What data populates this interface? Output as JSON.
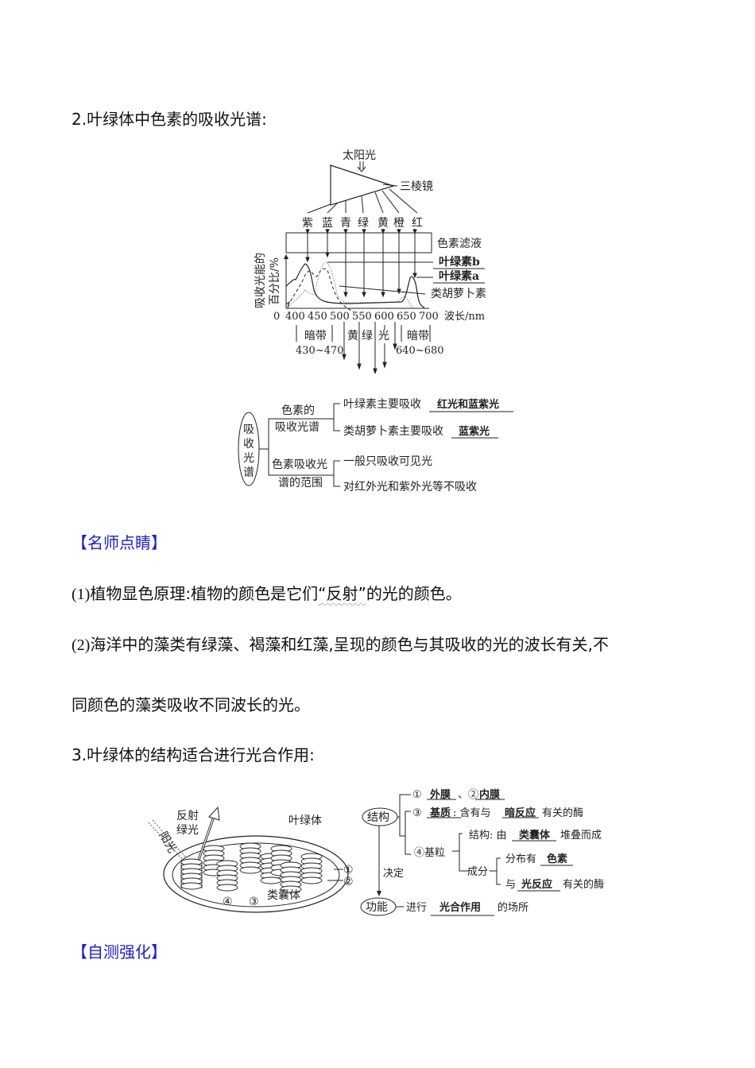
{
  "section2": {
    "heading": "2.叶绿体中色素的吸收光谱:"
  },
  "spectrum_figure": {
    "sunlight": "太阳光",
    "prism": "三棱镜",
    "colors": [
      "紫",
      "蓝",
      "青",
      "绿",
      "黄",
      "橙",
      "红"
    ],
    "filter": "色素滤液",
    "y_axis_label_1": "吸收光能的",
    "y_axis_label_2": "百分比/%",
    "x_axis_label": "波长/nm",
    "x_ticks": [
      "0",
      "400",
      "450",
      "500",
      "550",
      "600",
      "650",
      "700"
    ],
    "legend": [
      "叶绿素b",
      "叶绿素a",
      "类胡萝卜素"
    ],
    "dark_band_1": "暗带",
    "dark_band_1_range": "430~470",
    "transmitted": [
      "黄",
      "绿",
      "光"
    ],
    "dark_band_2": "暗带",
    "dark_band_2_range": "640~680"
  },
  "chart_data": {
    "type": "line",
    "title": "",
    "xlabel": "波长/nm",
    "ylabel": "吸收光能的百分比/%",
    "x_ticks": [
      400,
      450,
      500,
      550,
      600,
      650,
      700
    ],
    "xlim": [
      380,
      720
    ],
    "series": [
      {
        "name": "叶绿素a",
        "style": "solid",
        "x": [
          380,
          400,
          420,
          430,
          450,
          470,
          500,
          550,
          600,
          640,
          660,
          670,
          680,
          700
        ],
        "values": [
          45,
          55,
          75,
          80,
          55,
          15,
          8,
          7,
          8,
          12,
          50,
          60,
          40,
          2
        ]
      },
      {
        "name": "叶绿素b",
        "style": "dashed",
        "x": [
          380,
          420,
          440,
          455,
          470,
          490,
          510,
          550,
          600,
          640,
          650,
          660,
          670
        ],
        "values": [
          10,
          50,
          60,
          75,
          70,
          40,
          10,
          3,
          3,
          10,
          25,
          20,
          5
        ]
      },
      {
        "name": "类胡萝卜素",
        "style": "dotted",
        "x": [
          380,
          420,
          450,
          470,
          480,
          500,
          520,
          550,
          600,
          640,
          650,
          660
        ],
        "values": [
          5,
          20,
          60,
          78,
          75,
          45,
          15,
          10,
          10,
          15,
          22,
          15
        ]
      }
    ],
    "annotations": [
      "暗带 430~470",
      "黄 绿 光",
      "暗带 640~680"
    ]
  },
  "absorption_tree": {
    "root": [
      "吸",
      "收",
      "光",
      "谱"
    ],
    "branch1_line1": "色素的",
    "branch1_line2": "吸收光谱",
    "b1_item1_text": "叶绿素主要吸收",
    "b1_item1_answer": "红光和蓝紫光",
    "b1_item2_text": "类胡萝卜素主要吸收",
    "b1_item2_answer": "蓝紫光",
    "branch2_line1": "色素吸收光",
    "branch2_line2": "谱的范围",
    "b2_item1_text": "一般只吸收可见光",
    "b2_item2_text": "对红外光和紫外光等不吸收"
  },
  "tips": {
    "heading": "【名师点睛】",
    "p1_prefix": "(1)",
    "p1_a": "植物显色原理:植物的颜色是它们",
    "p1_b": "“反射”",
    "p1_c": "的光的颜色。",
    "p2_prefix": "(2)",
    "p2_line1": "海洋中的藻类有绿藻、褐藻和红藻,呈现的颜色与其吸收的光的波长有关,不",
    "p2_line2": "同颜色的藻类吸收不同波长的光。"
  },
  "section3": {
    "heading": "3.叶绿体的结构适合进行光合作用:"
  },
  "chloroplast_figure": {
    "reflected_1": "反射",
    "reflected_2": "绿光",
    "sunlight": "阳光",
    "title": "叶绿体",
    "label1": "①",
    "label2": "②",
    "label3": "③",
    "label4": "④",
    "thylakoid": "类囊体"
  },
  "structure_tree": {
    "structure": "结构",
    "function": "功能",
    "decides": "决定",
    "r1_num1": "①",
    "r1_ans1": "外膜",
    "r1_sep": "、②",
    "r1_ans2": "内膜",
    "r2_num": "③",
    "r2_ans1": "基质",
    "r2_mid": ": 含有与",
    "r2_ans2": "暗反应",
    "r2_tail": "有关的酶",
    "r3_num": "④基粒",
    "r3_struct": "结构: 由",
    "r3_ans": "类囊体",
    "r3_tail": "堆叠而成",
    "r3_comp": "成分",
    "r3_c1_text": "分布有",
    "r3_c1_ans": "色素",
    "r3_c2_text": "与",
    "r3_c2_ans": "光反应",
    "r3_c2_tail": "有关的酶",
    "func_text": "进行",
    "func_ans": "光合作用",
    "func_tail": "的场所"
  },
  "self_test": {
    "heading": "【自测强化】"
  }
}
